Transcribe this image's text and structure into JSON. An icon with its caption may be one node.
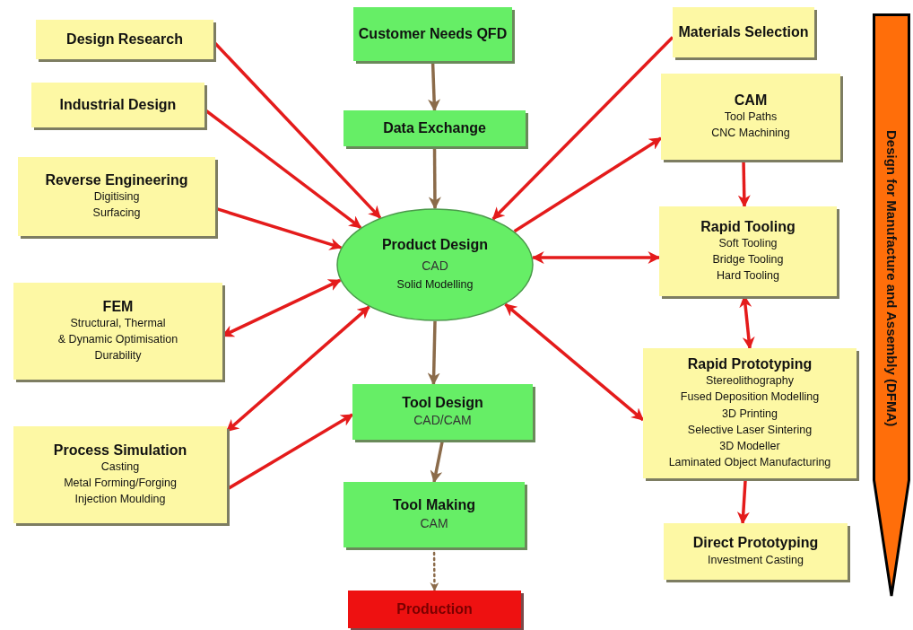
{
  "diagram": {
    "nodes": [
      {
        "text": [
          "Design Research"
        ]
      },
      {
        "text": [
          "Customer Needs QFD"
        ]
      },
      {
        "text": [
          "Materials Selection"
        ]
      },
      {
        "text": [
          "Design for Manufacture and Assembly (DFMA)"
        ]
      },
      {
        "text": [
          "Industrial Design"
        ]
      },
      {
        "text": [
          "Data Exchange"
        ]
      },
      {
        "text": [
          "CAM",
          "Tool Paths",
          "CNC Machining"
        ]
      },
      {
        "text": [
          "Reverse Engineering",
          "Digitising",
          "Surfacing"
        ]
      },
      {
        "text": [
          "Product Design",
          "CAD",
          "Solid Modelling"
        ]
      },
      {
        "text": [
          "Rapid Tooling",
          "Soft Tooling",
          "Bridge Tooling",
          "Hard Tooling"
        ]
      },
      {
        "text": [
          "FEM",
          "Structural, Thermal",
          "& Dynamic Optimisation",
          "Durability"
        ]
      },
      {
        "text": [
          "Rapid Prototyping",
          "Stereolithography",
          "Fused Deposition Modelling",
          "3D Printing",
          "Selective Laser Sintering",
          "3D Modeller",
          "Laminated Object Manufacturing"
        ]
      },
      {
        "text": [
          "Tool Design",
          "CAD/CAM"
        ]
      },
      {
        "text": [
          "Process Simulation",
          "Casting",
          "Metal Forming/Forging",
          "Injection Moulding"
        ]
      },
      {
        "text": [
          "Tool Making",
          "CAM"
        ]
      },
      {
        "text": [
          "Direct Prototyping",
          "Investment Casting"
        ]
      },
      {
        "text": [
          "Production"
        ]
      }
    ],
    "edges": [
      {
        "from": 0,
        "to": 8,
        "arrow": "to"
      },
      {
        "from": 4,
        "to": 8,
        "arrow": "to"
      },
      {
        "from": 7,
        "to": 8,
        "arrow": "to"
      },
      {
        "from": 10,
        "to": 8,
        "arrow": "both"
      },
      {
        "from": 8,
        "to": 13,
        "arrow": "both"
      },
      {
        "from": 13,
        "to": 12,
        "arrow": "to"
      },
      {
        "from": 2,
        "to": 8,
        "arrow": "to"
      },
      {
        "from": 8,
        "to": 6,
        "arrow": "to"
      },
      {
        "from": 6,
        "to": 9,
        "arrow": "to"
      },
      {
        "from": 8,
        "to": 9,
        "arrow": "both"
      },
      {
        "from": 9,
        "to": 11,
        "arrow": "both"
      },
      {
        "from": 8,
        "to": 11,
        "arrow": "both"
      },
      {
        "from": 11,
        "to": 15,
        "arrow": "to"
      },
      {
        "from": 1,
        "to": 5,
        "arrow": "to",
        "color": "#8b6b4a"
      },
      {
        "from": 5,
        "to": 8,
        "arrow": "to",
        "color": "#8b6b4a"
      },
      {
        "from": 8,
        "to": 12,
        "arrow": "to",
        "color": "#8b6b4a"
      },
      {
        "from": 12,
        "to": 14,
        "arrow": "to",
        "color": "#8b6b4a"
      },
      {
        "from": 14,
        "to": 16,
        "arrow": "to",
        "style": "dashed",
        "color": "#8b6b4a"
      }
    ]
  }
}
